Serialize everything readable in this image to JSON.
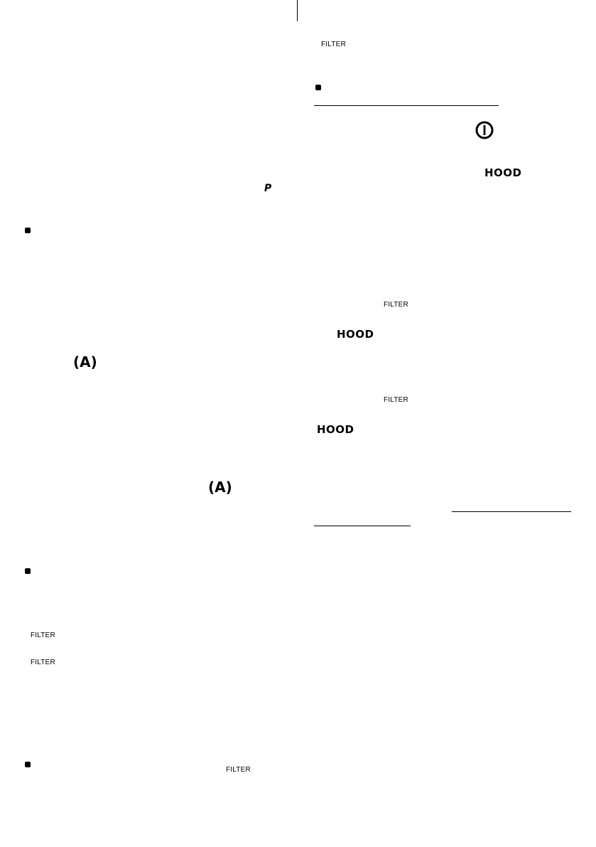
{
  "symbols": {
    "filter": "FILTER",
    "hood": "HOOD",
    "auto": "(A)",
    "program": "P",
    "power_icon": "power-icon"
  }
}
